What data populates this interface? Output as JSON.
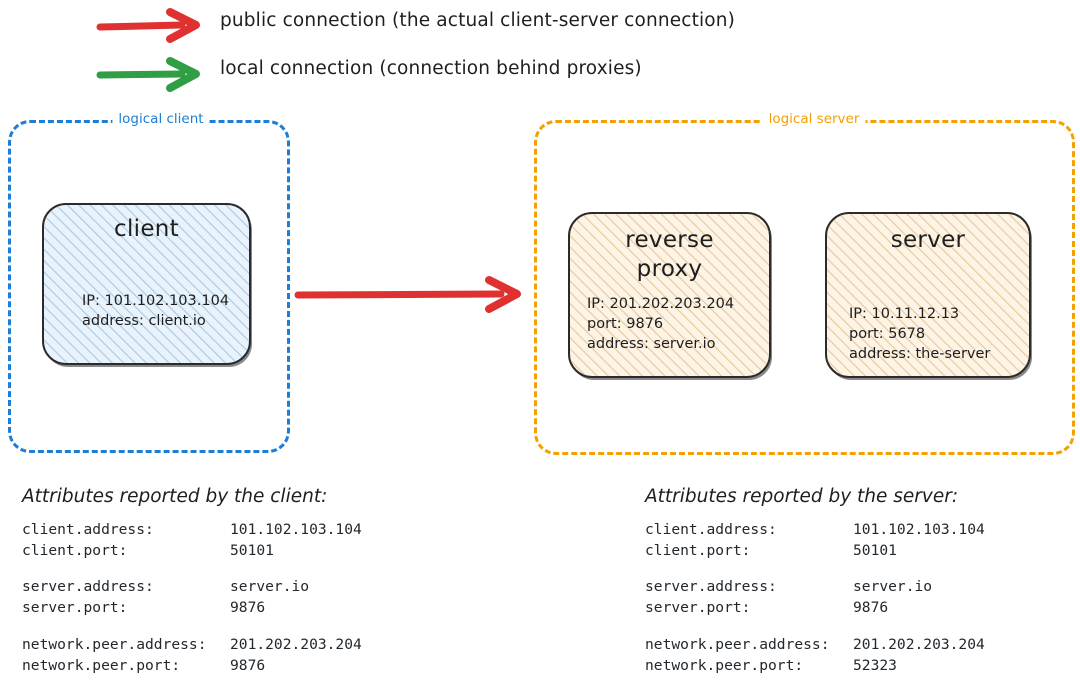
{
  "legend": {
    "items": [
      {
        "icon": "red-arrow-icon",
        "color": "#e03131",
        "label": "public connection (the actual client-server connection)"
      },
      {
        "icon": "green-arrow-icon",
        "color": "#2f9e44",
        "label": "local connection (connection behind proxies)"
      }
    ]
  },
  "groups": {
    "client": {
      "label": "logical client",
      "color": "#1c7ed6"
    },
    "server": {
      "label": "logical server",
      "color": "#f59f00"
    }
  },
  "nodes": {
    "client": {
      "title": "client",
      "lines": [
        "IP: 101.102.103.104",
        "address: client.io"
      ],
      "fill": "#eaf3fb",
      "hatch": "#a9cce8"
    },
    "proxy": {
      "title": "reverse\nproxy",
      "title_line1": "reverse",
      "title_line2": "proxy",
      "lines": [
        "IP: 201.202.203.204",
        "port: 9876",
        "address: server.io"
      ],
      "fill": "#fdf4e6",
      "hatch": "#e6c48f"
    },
    "server": {
      "title": "server",
      "lines": [
        "IP: 10.11.12.13",
        "port: 5678",
        "address: the-server"
      ],
      "fill": "#fdf4e6",
      "hatch": "#e6c48f"
    }
  },
  "connection": {
    "public_arrow": {
      "icon": "red-arrow-icon",
      "color": "#e03131"
    }
  },
  "attributes": {
    "client_panel": {
      "title": "Attributes reported by the client:",
      "groups": [
        [
          {
            "key": "client.address:",
            "value": "101.102.103.104"
          },
          {
            "key": "client.port:",
            "value": "50101"
          }
        ],
        [
          {
            "key": "server.address:",
            "value": "server.io"
          },
          {
            "key": "server.port:",
            "value": "9876"
          }
        ],
        [
          {
            "key": "network.peer.address:",
            "value": "201.202.203.204"
          },
          {
            "key": "network.peer.port:",
            "value": "9876"
          }
        ]
      ]
    },
    "server_panel": {
      "title": "Attributes reported by the server:",
      "groups": [
        [
          {
            "key": "client.address:",
            "value": "101.102.103.104"
          },
          {
            "key": "client.port:",
            "value": "50101"
          }
        ],
        [
          {
            "key": "server.address:",
            "value": "server.io"
          },
          {
            "key": "server.port:",
            "value": "9876"
          }
        ],
        [
          {
            "key": "network.peer.address:",
            "value": "201.202.203.204"
          },
          {
            "key": "network.peer.port:",
            "value": "52323"
          }
        ]
      ]
    }
  }
}
